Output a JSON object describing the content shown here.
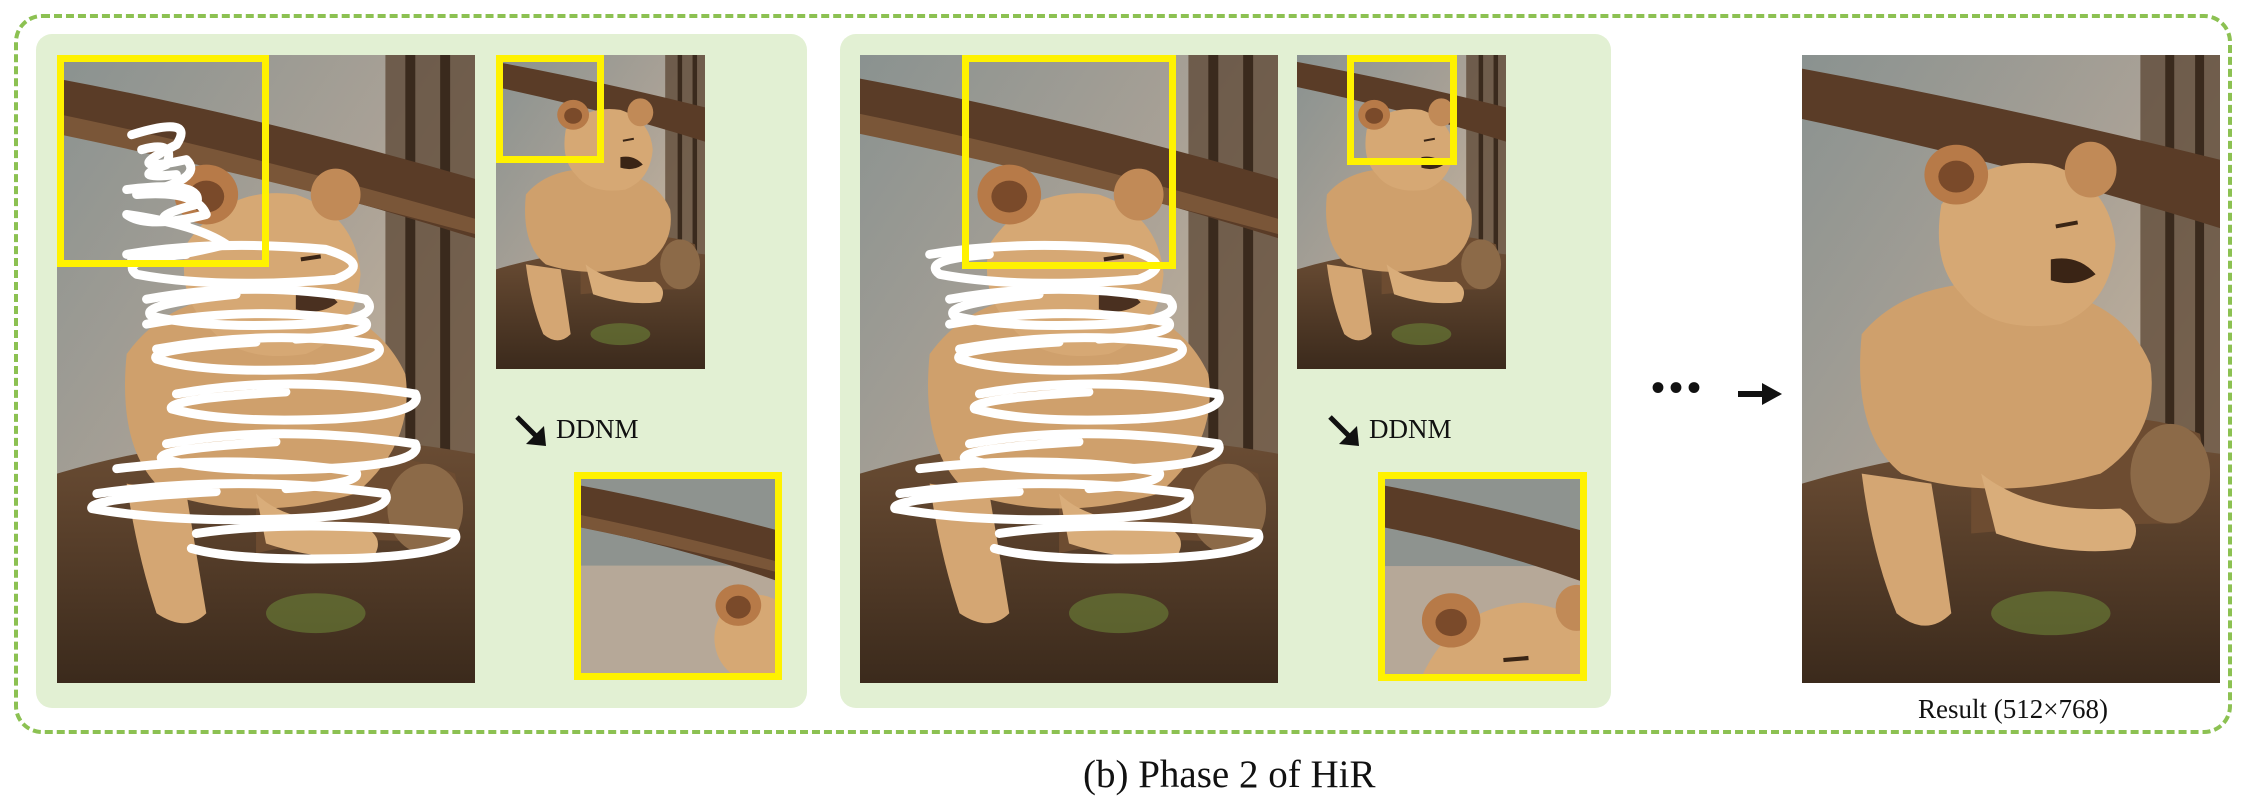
{
  "figure": {
    "caption": "(b) Phase 2 of HiR",
    "arrow_label_1": "DDNM",
    "arrow_label_2": "DDNM",
    "ellipsis": "•••",
    "result_label": "Result (512×768)"
  },
  "colors": {
    "dashed_border": "#8cc152",
    "panel_bg": "#e2f0d3",
    "highlight_box": "#fff200",
    "scribble_mask": "#ffffff"
  },
  "icons": [
    "diagonal-arrow-icon",
    "right-arrow-icon",
    "ellipsis-icon",
    "scribble-mask"
  ]
}
